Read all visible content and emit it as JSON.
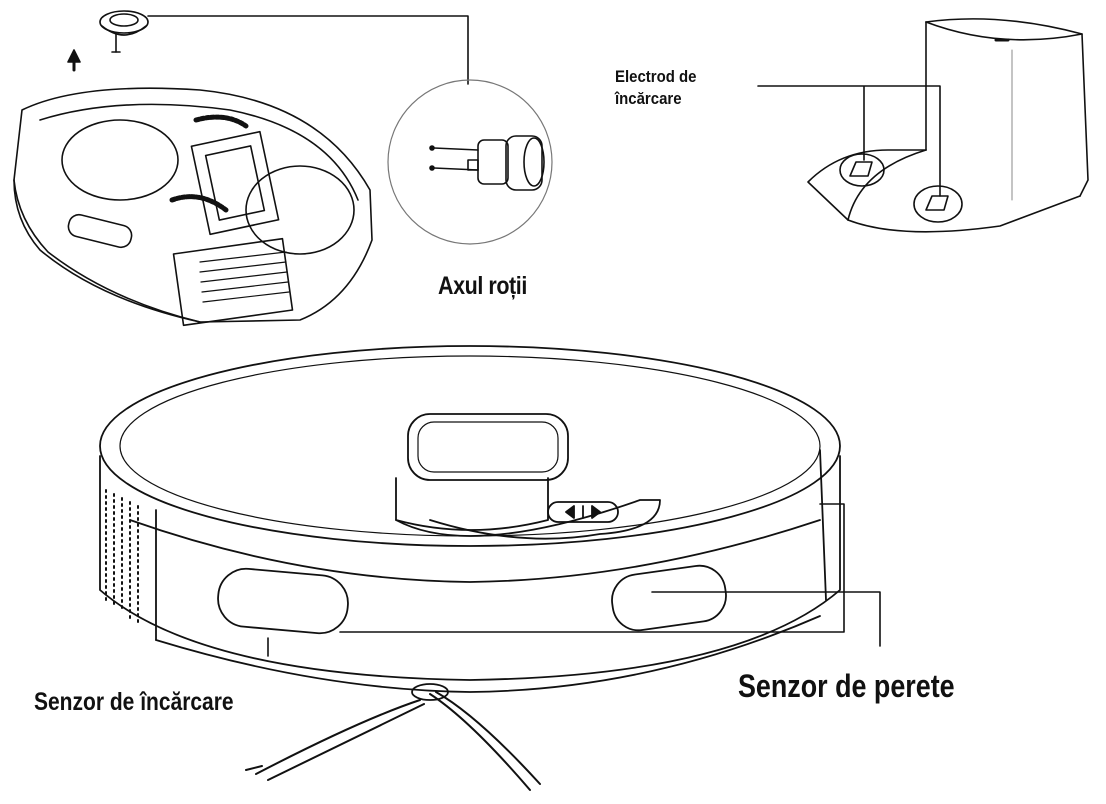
{
  "labels": {
    "wheel_axle": "Axul roții",
    "charging_electrode_line1": "Electrod de",
    "charging_electrode_line2": "încărcare",
    "charging_sensor": "Senzor de încărcare",
    "wall_sensor": "Senzor de perete"
  },
  "colors": {
    "ink": "#111111",
    "paper": "#ffffff"
  }
}
